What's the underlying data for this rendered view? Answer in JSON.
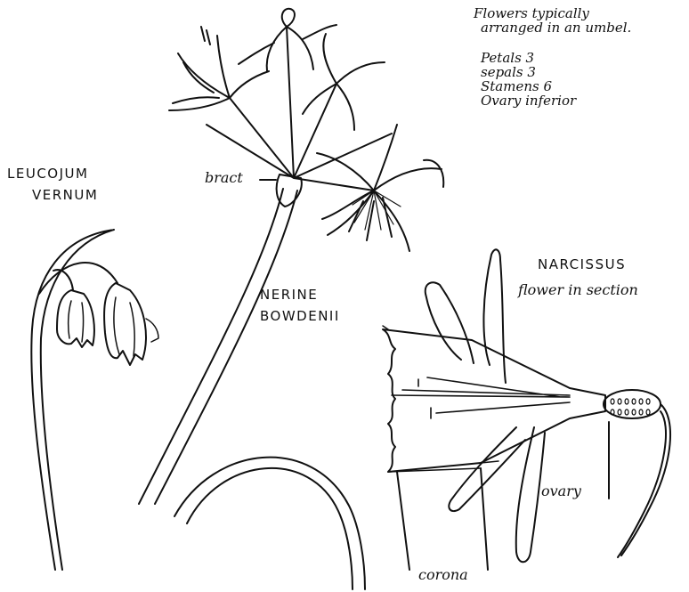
{
  "header_note": {
    "line1": "Flowers typically",
    "line2": "arranged in an umbel."
  },
  "floral_formula": {
    "petals": "Petals 3",
    "sepals": "sepals 3",
    "stamens": "Stamens 6",
    "ovary": "Ovary inferior"
  },
  "leucojum": {
    "line1": "LEUCOJUM",
    "line2": "VERNUM"
  },
  "nerine": {
    "line1": "NERINE",
    "line2": "BOWDENII",
    "bract_label": "bract"
  },
  "narcissus": {
    "line1": "NARCISSUS",
    "line2": "flower in section",
    "ovary_label": "ovary",
    "corona_label": "corona"
  }
}
